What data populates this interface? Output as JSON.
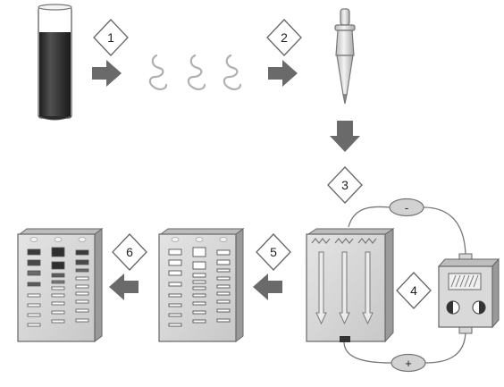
{
  "steps": [
    {
      "label": "1"
    },
    {
      "label": "2"
    },
    {
      "label": "3"
    },
    {
      "label": "4"
    },
    {
      "label": "5"
    },
    {
      "label": "6"
    }
  ],
  "power_supply": {
    "negative_terminal": "-",
    "positive_terminal": "+"
  },
  "colors": {
    "sample_liquid": "#2e2e2e",
    "arrow": "#6a6a6a",
    "gel": "#d6d6d6",
    "band_dark": "#4a4a4a",
    "band_light": "#ffffff",
    "outline": "#555555"
  },
  "icons": [
    "test-tube-icon",
    "dna-strand-icon",
    "pipette-icon",
    "gel-box-icon",
    "power-supply-icon",
    "gel-plate-icon"
  ]
}
